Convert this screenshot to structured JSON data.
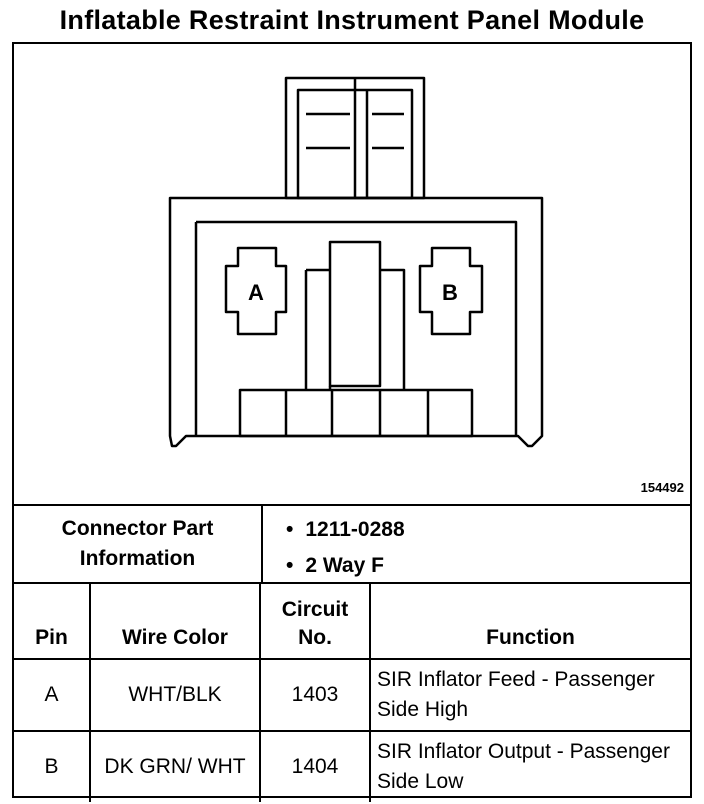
{
  "title": "Inflatable Restraint Instrument Panel Module",
  "figure_number": "154492",
  "diagram": {
    "pin_labels": [
      "A",
      "B"
    ]
  },
  "connector_info": {
    "label": "Connector Part Information",
    "items": [
      "1211-0288",
      "2 Way F"
    ]
  },
  "table": {
    "headers": {
      "pin": "Pin",
      "wire_color": "Wire Color",
      "circuit": "Circuit No.",
      "function": "Function"
    },
    "rows": [
      {
        "pin": "A",
        "wire_color": "WHT/BLK",
        "circuit": "1403",
        "function": "SIR Inflator Feed - Passenger Side High"
      },
      {
        "pin": "B",
        "wire_color": "DK GRN/ WHT",
        "circuit": "1404",
        "function": "SIR Inflator Output - Passenger Side Low"
      }
    ]
  }
}
